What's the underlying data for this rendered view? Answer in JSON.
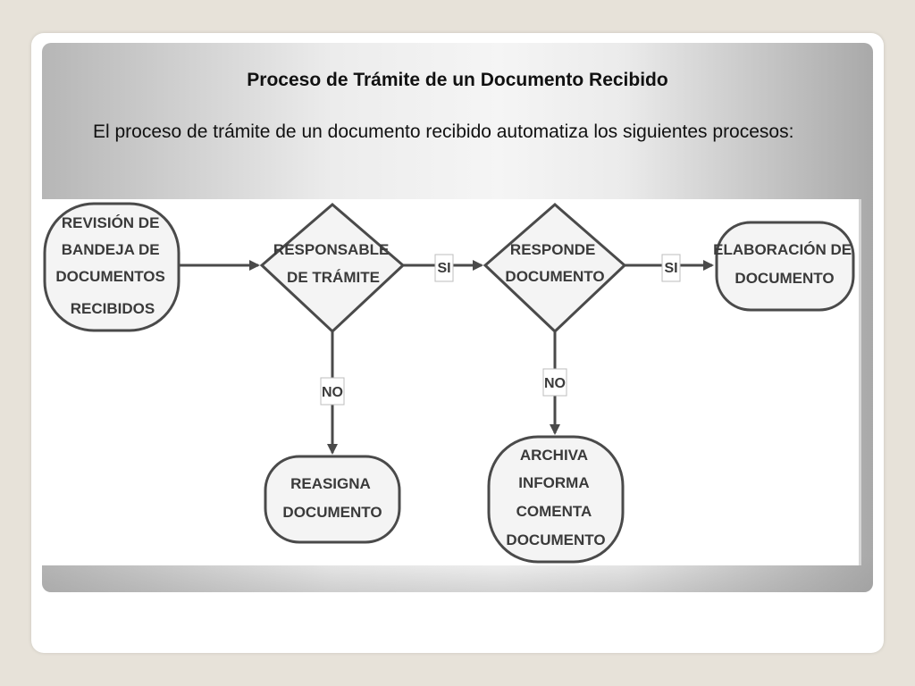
{
  "slide": {
    "title": "Proceso de Trámite de un Documento Recibido",
    "body": "El proceso de trámite de un documento recibido automatiza los siguientes procesos:"
  },
  "diagram": {
    "nodes": {
      "revision": [
        "REVISIÓN DE",
        "BANDEJA DE",
        "DOCUMENTOS",
        "RECIBIDOS"
      ],
      "responsable": [
        "RESPONSABLE",
        "DE TRÁMITE"
      ],
      "responde": [
        "RESPONDE",
        "DOCUMENTO"
      ],
      "elaboracion": [
        "ELABORACIÓN DE",
        "DOCUMENTO"
      ],
      "reasigna": [
        "REASIGNA",
        "DOCUMENTO"
      ],
      "archiva": [
        "ARCHIVA",
        "INFORMA",
        "COMENTA",
        "DOCUMENTO"
      ]
    },
    "edge_labels": {
      "si_1": "SI",
      "si_2": "SI",
      "no_1": "NO",
      "no_2": "NO"
    },
    "colors": {
      "node_fill": "#f4f4f4",
      "node_stroke": "#4a4a4a",
      "text": "#3a3a3a"
    }
  }
}
